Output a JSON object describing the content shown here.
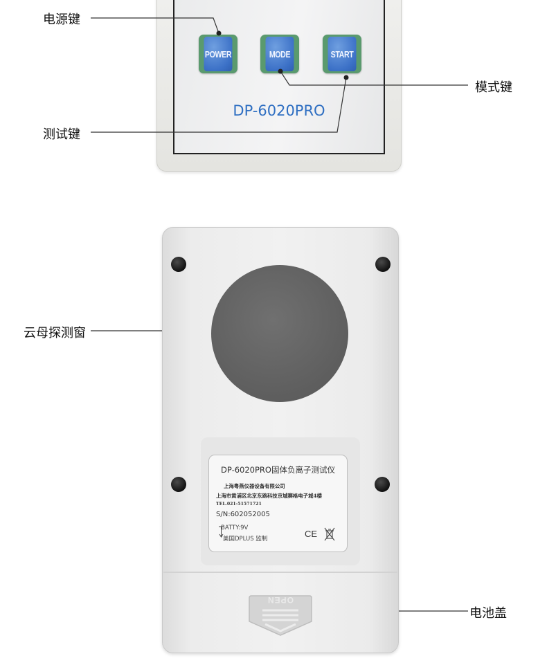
{
  "front": {
    "keys": [
      {
        "label": "POWER"
      },
      {
        "label": "MODE"
      },
      {
        "label": "START"
      }
    ],
    "model": "DP-6020PRO"
  },
  "callouts": {
    "power_key": "电源键",
    "mode_key": "模式键",
    "test_key": "测试键",
    "mica_window": "云母探测窗",
    "battery_cover": "电池盖"
  },
  "back_label": {
    "title": "DP-6020PRO固体负离子测试仪",
    "company": "上海粤燕仪器设备有限公司",
    "address": "上海市黄浦区北京东路科技京城赛格电子城4楼",
    "tel": "TEL.021-51571721",
    "serial": "S/N:602052005",
    "battery": "BATTY:9V",
    "supervision": "美国DPLUS 监制",
    "ce_mark": "CE"
  },
  "battery_cover_text": "OPEN",
  "colors": {
    "key_blue": "#3c71c7",
    "key_border_green": "#5a9a6e",
    "model_text_blue": "#2f6fc2",
    "mica_gray": "#5e5e5e"
  }
}
